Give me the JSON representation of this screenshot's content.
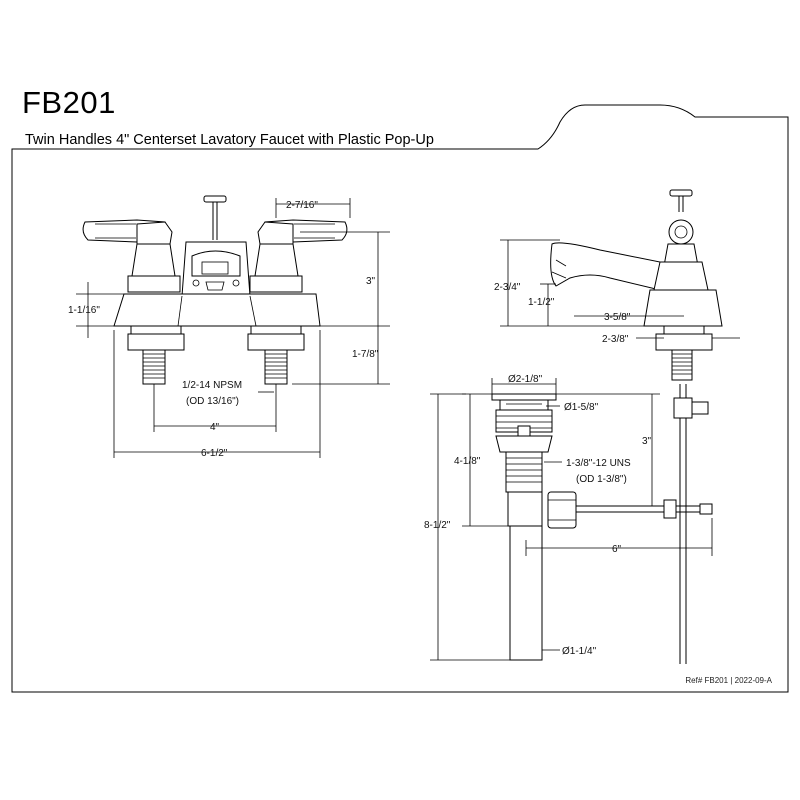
{
  "header": {
    "model": "FB201",
    "description": "Twin Handles 4\" Centerset Lavatory Faucet with Plastic Pop-Up"
  },
  "footer": {
    "ref": "Ref# FB201",
    "separator": "|",
    "date": "2022-09-A"
  },
  "front_view": {
    "dims": {
      "spread_to_edge": "2-7/16\"",
      "height": "3\"",
      "base_height": "1-1/16\"",
      "shank_length": "1-7/8\"",
      "thread_spec": "1/2-14 NPSM",
      "thread_od": "(OD 13/16\")",
      "centers": "4\"",
      "overall_width": "6-1/2\""
    }
  },
  "side_view": {
    "dims": {
      "overall_height": "2-3/4\"",
      "spout_height": "1-1/2\"",
      "spout_reach": "3-5/8\"",
      "base_depth": "2-3/8\""
    }
  },
  "drain_view": {
    "dims": {
      "flange_diameter": "Ø2-1/8\"",
      "stopper_diameter": "Ø1-5/8\"",
      "body_height": "4-1/8\"",
      "rod_height": "3\"",
      "thread_spec": "1-3/8\"-12 UNS",
      "thread_od": "(OD 1-3/8\")",
      "overall_height": "8-1/2\"",
      "rod_length": "6\"",
      "tailpiece_diameter": "Ø1-1/4\""
    }
  }
}
